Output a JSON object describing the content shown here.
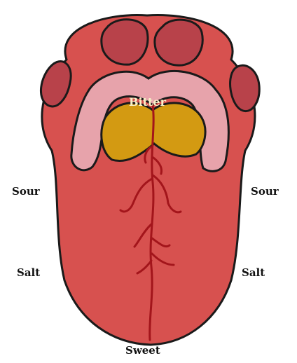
{
  "labels": {
    "bitter": "Bitter",
    "sour_left": "Sour",
    "sour_right": "Sour",
    "salt_left": "Salt",
    "salt_right": "Salt",
    "sweet": "Sweet"
  },
  "colors": {
    "tongue": "#d7514f",
    "outline": "#1a1a1a",
    "papilla": "#b8424a",
    "bitter_band": "#e7a3ab",
    "bitter_core": "#d39a12",
    "vein": "#a3151b"
  }
}
